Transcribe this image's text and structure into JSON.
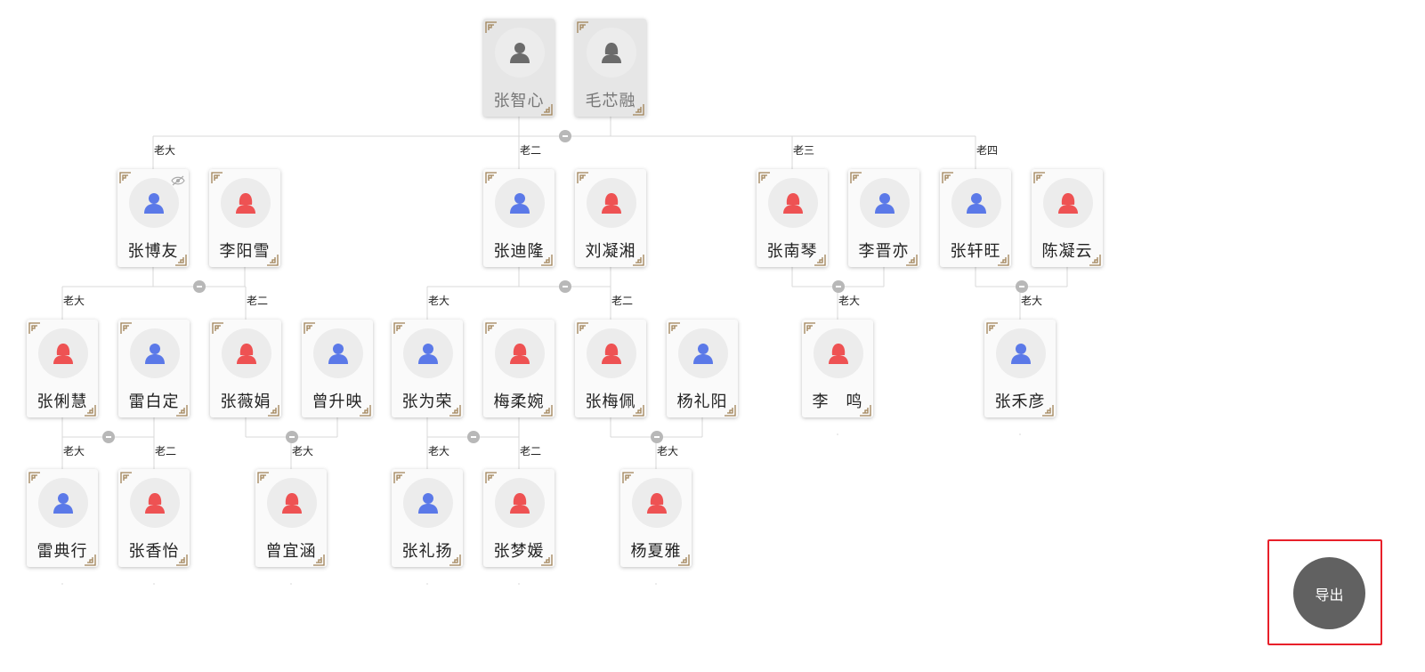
{
  "colors": {
    "male": "#5b79e8",
    "female": "#ee5253",
    "ancestor_icon": "#6b6b6b",
    "connector": "#d8d8d8",
    "collapse": "#b8b8b8",
    "export_bg": "#616161",
    "highlight": "#e8202a"
  },
  "people": [
    {
      "id": "zhizhixin",
      "name": "张智心",
      "gender": "male",
      "ancestor": true
    },
    {
      "id": "maoxinrong",
      "name": "毛芯融",
      "gender": "female",
      "ancestor": true
    },
    {
      "id": "zhangboyou",
      "name": "张博友",
      "gender": "male",
      "hidden_icon": "eye-off-icon"
    },
    {
      "id": "liyangxue",
      "name": "李阳雪",
      "gender": "female"
    },
    {
      "id": "zhangdilong",
      "name": "张迪隆",
      "gender": "male"
    },
    {
      "id": "liuningxiang",
      "name": "刘凝湘",
      "gender": "female"
    },
    {
      "id": "zhangnanqin",
      "name": "张南琴",
      "gender": "female"
    },
    {
      "id": "lijinyi",
      "name": "李晋亦",
      "gender": "male"
    },
    {
      "id": "zhangxuanwang",
      "name": "张轩旺",
      "gender": "male"
    },
    {
      "id": "chenningyun",
      "name": "陈凝云",
      "gender": "female"
    },
    {
      "id": "zhangtanghui",
      "name": "张俐慧",
      "gender": "female"
    },
    {
      "id": "leibaiding",
      "name": "雷白定",
      "gender": "male"
    },
    {
      "id": "zhangweijuan",
      "name": "张薇娟",
      "gender": "female"
    },
    {
      "id": "zengshengying",
      "name": "曾升映",
      "gender": "male"
    },
    {
      "id": "zhangweirong",
      "name": "张为荣",
      "gender": "male"
    },
    {
      "id": "meirouwan",
      "name": "梅柔婉",
      "gender": "female"
    },
    {
      "id": "zhangmeipei",
      "name": "张梅佩",
      "gender": "female"
    },
    {
      "id": "yangliyang",
      "name": "杨礼阳",
      "gender": "male"
    },
    {
      "id": "liming",
      "name": "李　鸣",
      "gender": "female"
    },
    {
      "id": "zhangheyan",
      "name": "张禾彦",
      "gender": "male"
    },
    {
      "id": "leidianxing",
      "name": "雷典行",
      "gender": "male"
    },
    {
      "id": "zhangxiangyi",
      "name": "张香怡",
      "gender": "female"
    },
    {
      "id": "zengyihan",
      "name": "曾宜涵",
      "gender": "female"
    },
    {
      "id": "zhangliyang",
      "name": "张礼扬",
      "gender": "male"
    },
    {
      "id": "zhangmengyuan",
      "name": "张梦媛",
      "gender": "female"
    },
    {
      "id": "yangxiaya",
      "name": "杨夏雅",
      "gender": "female"
    }
  ],
  "couples": [
    [
      "zhizhixin",
      "maoxinrong"
    ],
    [
      "zhangboyou",
      "liyangxue"
    ],
    [
      "zhangdilong",
      "liuningxiang"
    ],
    [
      "zhangnanqin",
      "lijinyi"
    ],
    [
      "zhangxuanwang",
      "chenningyun"
    ],
    [
      "zhangtanghui",
      "leibaiding"
    ],
    [
      "zhangweijuan",
      "zengshengying"
    ],
    [
      "zhangweirong",
      "meirouwan"
    ],
    [
      "zhangmeipei",
      "yangliyang"
    ]
  ],
  "relations": [
    {
      "parents": [
        "zhizhixin",
        "maoxinrong"
      ],
      "children": [
        {
          "id": "zhangboyou",
          "rank": "老大"
        },
        {
          "id": "zhangdilong",
          "rank": "老二"
        },
        {
          "id": "zhangnanqin",
          "rank": "老三"
        },
        {
          "id": "zhangxuanwang",
          "rank": "老四"
        }
      ]
    },
    {
      "parents": [
        "zhangboyou",
        "liyangxue"
      ],
      "children": [
        {
          "id": "zhangtanghui",
          "rank": "老大"
        },
        {
          "id": "zhangweijuan",
          "rank": "老二"
        }
      ]
    },
    {
      "parents": [
        "zhangdilong",
        "liuningxiang"
      ],
      "children": [
        {
          "id": "zhangweirong",
          "rank": "老大"
        },
        {
          "id": "zhangmeipei",
          "rank": "老二"
        }
      ]
    },
    {
      "parents": [
        "zhangnanqin",
        "lijinyi"
      ],
      "children": [
        {
          "id": "liming",
          "rank": "老大"
        }
      ]
    },
    {
      "parents": [
        "zhangxuanwang",
        "chenningyun"
      ],
      "children": [
        {
          "id": "zhangheyan",
          "rank": "老大"
        }
      ]
    },
    {
      "parents": [
        "zhangtanghui",
        "leibaiding"
      ],
      "children": [
        {
          "id": "leidianxing",
          "rank": "老大"
        },
        {
          "id": "zhangxiangyi",
          "rank": "老二"
        }
      ]
    },
    {
      "parents": [
        "zhangweijuan",
        "zengshengying"
      ],
      "children": [
        {
          "id": "zengyihan",
          "rank": "老大"
        }
      ]
    },
    {
      "parents": [
        "zhangweirong",
        "meirouwan"
      ],
      "children": [
        {
          "id": "zhangliyang",
          "rank": "老大"
        },
        {
          "id": "zhangmengyuan",
          "rank": "老二"
        }
      ]
    },
    {
      "parents": [
        "zhangmeipei",
        "yangliyang"
      ],
      "children": [
        {
          "id": "yangxiaya",
          "rank": "老大"
        }
      ]
    }
  ],
  "export": {
    "label": "导出"
  }
}
